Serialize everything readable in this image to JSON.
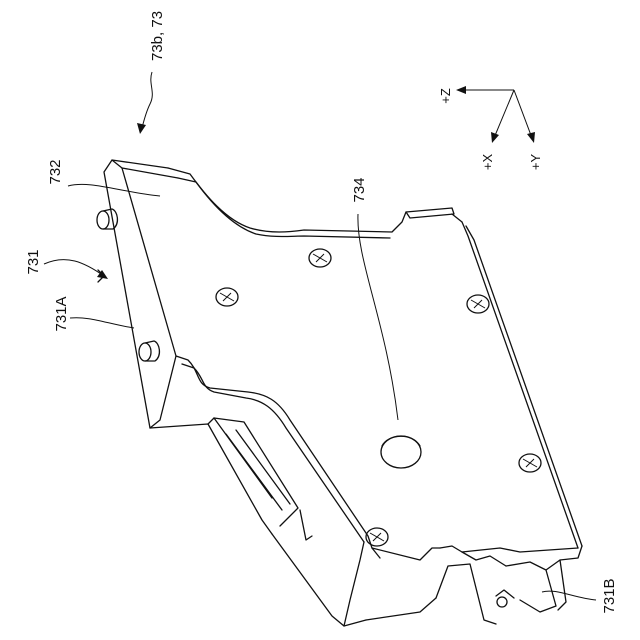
{
  "labels": {
    "view_ref": "73b, 73",
    "part_732": "732",
    "part_731": "731",
    "part_731A": "731A",
    "part_734": "734",
    "part_731B": "731B"
  },
  "axes": {
    "z": "+Z",
    "x": "+X",
    "y": "+Y"
  }
}
